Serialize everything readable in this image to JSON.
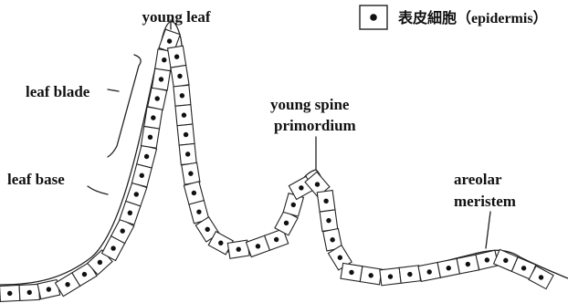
{
  "diagram": {
    "labels": {
      "young_leaf": "young leaf",
      "leaf_blade": "leaf blade",
      "leaf_base": "leaf base",
      "young_spine_line1": "young spine",
      "young_spine_line2": "primordium",
      "areolar_line1": "areolar",
      "areolar_line2": "meristem"
    },
    "legend": {
      "symbol": "●",
      "text": "表皮細胞（epidermis）"
    },
    "colors": {
      "stroke": "#222222",
      "nucleus": "#111111",
      "background": "#ffffff"
    }
  }
}
